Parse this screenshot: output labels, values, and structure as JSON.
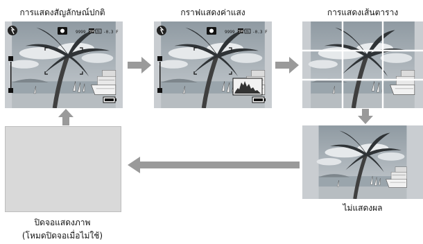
{
  "labels": {
    "screen1": "การแสดงสัญลักษณ์ปกติ",
    "screen2": "กราฟแสดงค่าแสง",
    "screen3": "การแสดงเส้นตาราง",
    "screen4": "ไม่แสดงผล",
    "screen5_line1": "ปิดจอแสดงภาพ",
    "screen5_line2": "(โหมดปิดจอเมื่อไม่ใช้)"
  },
  "hud": {
    "shots": "9999",
    "size": "5M",
    "quality": "N",
    "exposure": "-0.3 F"
  },
  "colors": {
    "arrow": "#9a9a9a",
    "blank_screen": "#d9d9d9"
  }
}
